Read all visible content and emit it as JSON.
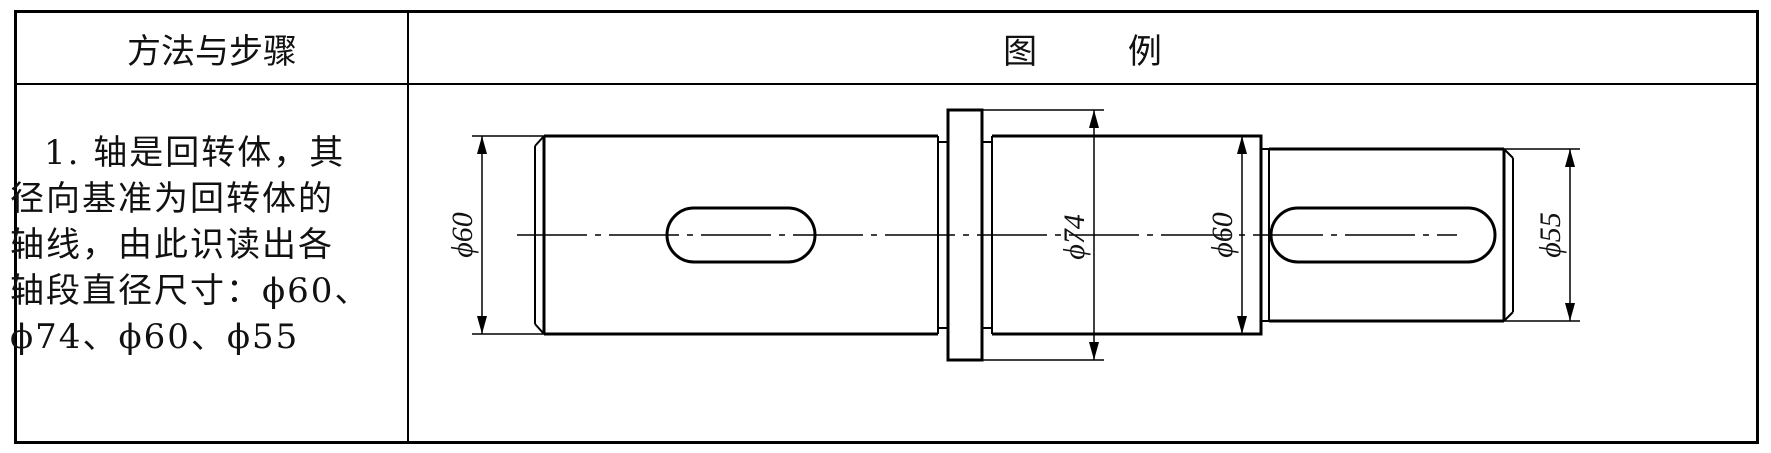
{
  "table": {
    "col_method_header": "方法与步骤",
    "col_figure_header": "图 例"
  },
  "method": {
    "lines": [
      "1. 轴是回转体，其",
      "径向基准为回转体的",
      "轴线，由此识读出各",
      "轴段直径尺寸：ϕ60、",
      "ϕ74、ϕ60、ϕ55"
    ]
  },
  "figure": {
    "dimensions": {
      "d1": "ϕ60",
      "d2": "ϕ74",
      "d3": "ϕ60",
      "d4": "ϕ55"
    }
  }
}
